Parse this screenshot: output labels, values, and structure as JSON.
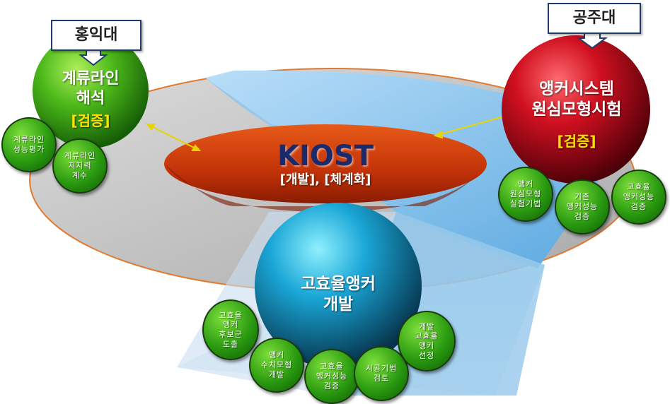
{
  "kiost": {
    "title": "KIOST",
    "subtitle": "[개발], [체계화]"
  },
  "left_org": {
    "tag": "홍익대",
    "line1": "계류라인",
    "line2": "해석",
    "role": "[검증]"
  },
  "right_org": {
    "tag": "공주대",
    "line1": "앵커시스템",
    "line2": "원심모형시험",
    "role": "[검증]"
  },
  "center": {
    "line1": "고효율앵커",
    "line2": "개발"
  },
  "left_items": [
    {
      "lines": [
        "계류라인",
        "성능평가"
      ]
    },
    {
      "lines": [
        "계류라인",
        "지지력",
        "계수"
      ]
    }
  ],
  "right_items": [
    {
      "lines": [
        "앵커",
        "원심모형",
        "실험기법"
      ]
    },
    {
      "lines": [
        "기존",
        "앵커성능",
        "검증"
      ]
    },
    {
      "lines": [
        "고효율",
        "앵커성능",
        "검증"
      ]
    }
  ],
  "bottom_items": [
    {
      "lines": [
        "고효율",
        "앵커",
        "후보군",
        "도출"
      ]
    },
    {
      "lines": [
        "앵커",
        "수치모형",
        "개발"
      ]
    },
    {
      "lines": [
        "고효율",
        "앵커성능",
        "검증"
      ]
    },
    {
      "lines": [
        "시공기법",
        "검토"
      ]
    },
    {
      "lines": [
        "개발",
        "고효율",
        "앵커",
        "선정"
      ]
    }
  ],
  "colors": {
    "green": "#2a9a10",
    "red": "#b00010",
    "blue": "#1590c0",
    "kiost_fill": "#c23a08",
    "disc_gray": "#c8c8c8",
    "disc_blue": "#8ec6ee"
  }
}
